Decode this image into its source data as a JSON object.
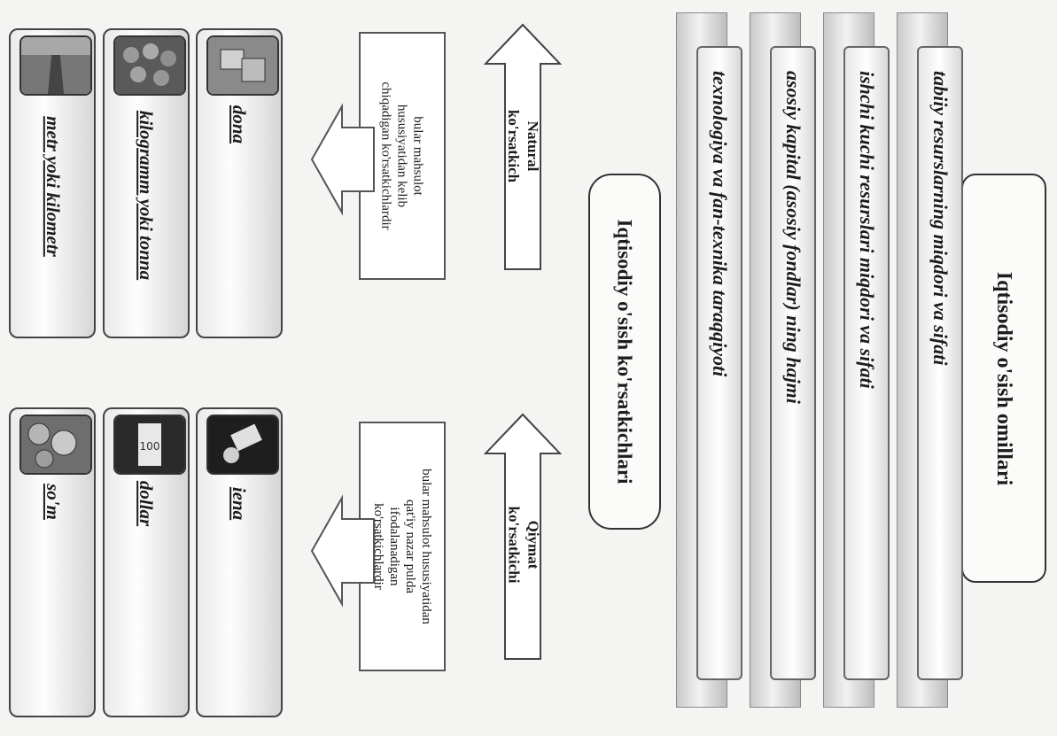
{
  "title": "Iqtisodiy o'sish omillari",
  "factors": [
    "tabiiy resurslarning miqdori va sifati",
    "ishchi kuchi resurslari miqdori va sifati",
    "asosiy kapital (asosiy fondlar) ning hajmi",
    "texnologiya va fan-texnika taraqqiyoti"
  ],
  "indicators_title": "Iqtisodiy o'sish ko'rsatkichlari",
  "natural": {
    "arrow_label_1": "Natural",
    "arrow_label_2": "ko'rsatkich",
    "desc_1": "bular mahsulot",
    "desc_2": "hususiyatidan kelib",
    "desc_3": "chiqadigan ko'rsatkichlardir",
    "units": [
      "dona",
      "kilogramm yoki tonna",
      "metr yoki kilometr"
    ]
  },
  "value": {
    "arrow_label_1": "Qiymat",
    "arrow_label_2": "ko'rsatkichi",
    "desc_1": "bular mahsulot hususiyatidan",
    "desc_2": "qat'iy nazar pulda",
    "desc_3": "ifodalanadigan",
    "desc_4": "ko'rsatkichlardir",
    "units": [
      "iena",
      "dollar",
      "so'm"
    ]
  },
  "icons": {
    "natural": [
      "boxes-icon",
      "grain-pile-icon",
      "road-icon"
    ],
    "value": [
      "money-hand-icon",
      "dollar-bill-icon",
      "coins-icon"
    ]
  }
}
